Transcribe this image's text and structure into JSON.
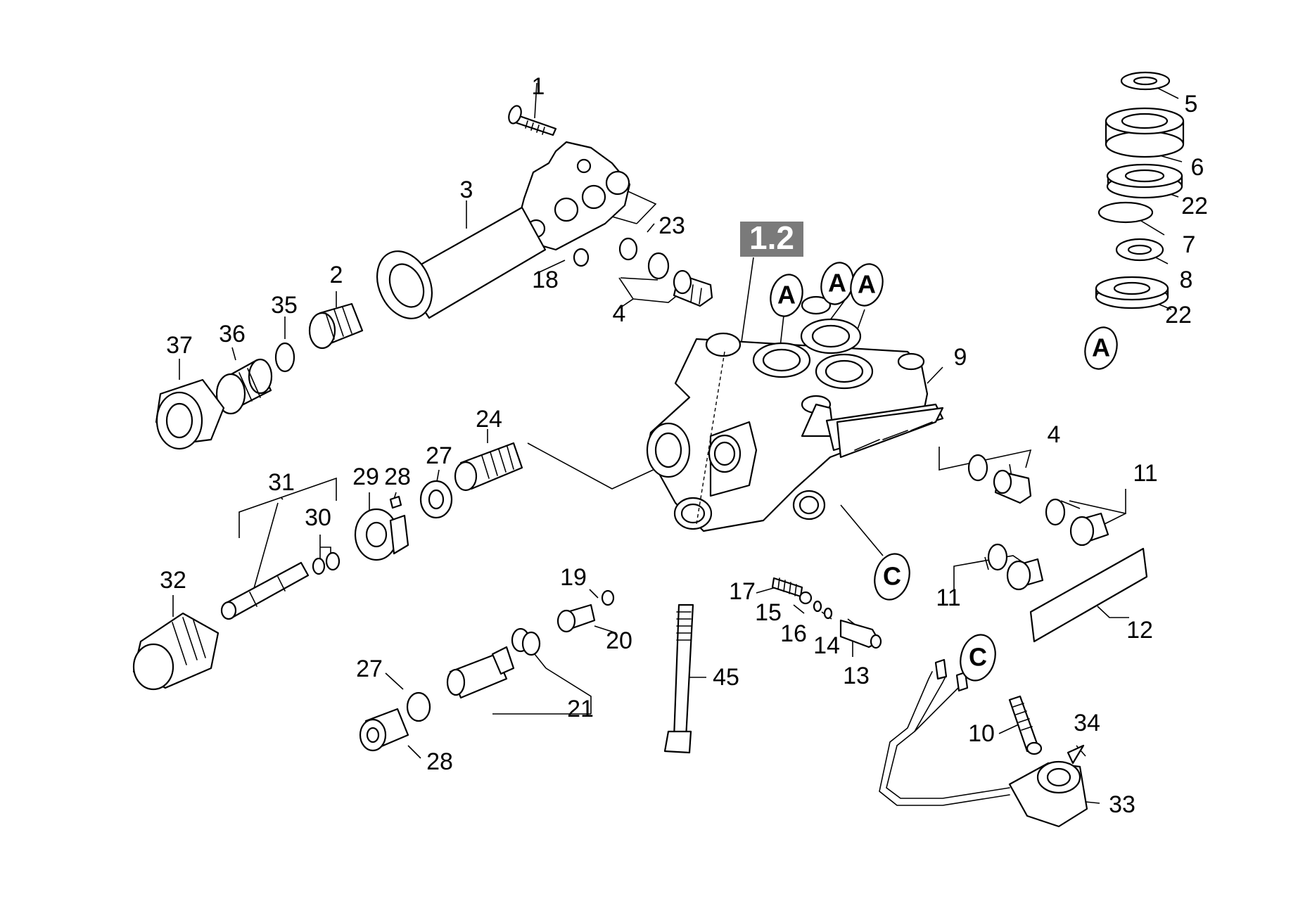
{
  "figure": {
    "background": "#ffffff",
    "line_color": "#000000",
    "reference_badge_color": "#7a7a7a"
  },
  "reference_label": "1.2",
  "markers": {
    "a": "A",
    "c": "C"
  },
  "callouts": {
    "n1": "1",
    "n2": "2",
    "n3": "3",
    "n4a": "4",
    "n4b": "4",
    "n5": "5",
    "n6": "6",
    "n7": "7",
    "n8": "8",
    "n9": "9",
    "n10": "10",
    "n11a": "11",
    "n11b": "11",
    "n12": "12",
    "n13": "13",
    "n14": "14",
    "n15": "15",
    "n16": "16",
    "n17": "17",
    "n18": "18",
    "n19": "19",
    "n20": "20",
    "n21": "21",
    "n22a": "22",
    "n22b": "22",
    "n23": "23",
    "n24": "24",
    "n27a": "27",
    "n27b": "27",
    "n28a": "28",
    "n28b": "28",
    "n29": "29",
    "n30": "30",
    "n31": "31",
    "n32": "32",
    "n33": "33",
    "n34": "34",
    "n35": "35",
    "n36": "36",
    "n37": "37",
    "n45": "45"
  }
}
